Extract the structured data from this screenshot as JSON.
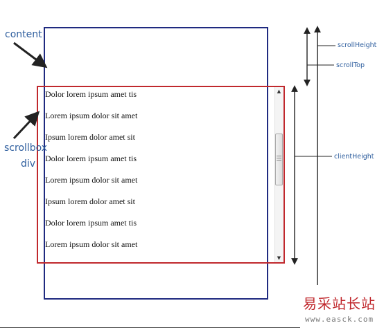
{
  "labels": {
    "content": "content",
    "scrollbox_line1": "scrollbox",
    "scrollbox_line2": "div",
    "scroll_height": "scrollHeight",
    "scroll_top": "scrollTop",
    "client_height": "clientHeight"
  },
  "rows": [
    "Dolor lorem ipsum amet tis",
    "Lorem ipsum dolor sit amet",
    "Ipsum lorem dolor amet sit",
    "Dolor lorem ipsum amet tis",
    "Lorem ipsum dolor sit amet",
    "Ipsum lorem dolor amet sit",
    "Dolor lorem ipsum amet tis",
    "Lorem ipsum dolor sit amet"
  ],
  "scrollbar": {
    "up_arrow": "▲",
    "down_arrow": "▼"
  },
  "watermark": {
    "chinese": "易采站长站",
    "url": "www.easck.com"
  },
  "colors": {
    "content_border": "#1f2a80",
    "scrollbox_border": "#c0282d",
    "label_text": "#2e5e9e",
    "arrow": "#222222"
  }
}
